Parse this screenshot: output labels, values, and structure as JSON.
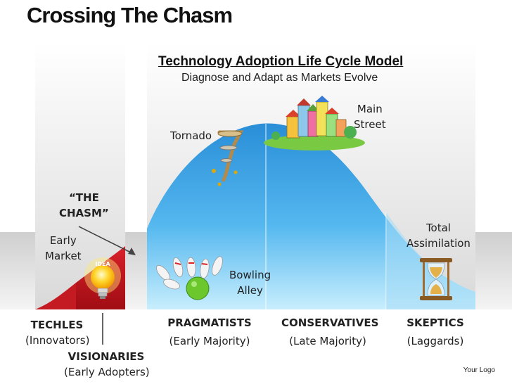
{
  "title": "Crossing The Chasm",
  "diagram": {
    "heading": "Technology Adoption Life Cycle Model",
    "subheading": "Diagnose and Adapt as Markets Evolve",
    "annotations": {
      "chasm": [
        "“THE",
        "CHASM”"
      ],
      "early_market": [
        "Early",
        "Market"
      ],
      "tornado": "Tornado",
      "main_street": [
        "Main",
        "Street"
      ],
      "bowling_alley": [
        "Bowling",
        "Alley"
      ],
      "total_assimilation": [
        "Total",
        "Assimilation"
      ],
      "idea_badge": "IDEA"
    },
    "segments": [
      {
        "name": "TECHLES",
        "desc": "(Innovators)"
      },
      {
        "name": "VISIONARIES",
        "desc": "(Early Adopters)"
      },
      {
        "name": "PRAGMATISTS",
        "desc": "(Early Majority)"
      },
      {
        "name": "CONSERVATIVES",
        "desc": "(Late Majority)"
      },
      {
        "name": "SKEPTICS",
        "desc": "(Laggards)"
      }
    ],
    "colors": {
      "curve_blue": "#2f9de0",
      "curve_light": "#aee3fb",
      "innovators_red": "#c0141b",
      "panel_grey": "#e3e3e3"
    }
  },
  "footer": {
    "logo": "Your Logo"
  }
}
